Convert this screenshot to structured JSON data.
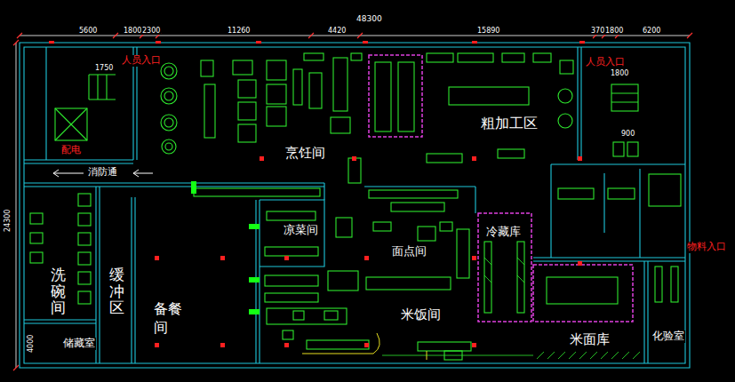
{
  "diagram": {
    "nodes": [
      {
        "text": [
          "烹饪间"
        ]
      },
      {
        "text": [
          "粗加工区"
        ]
      },
      {
        "text": [
          "洗碗间"
        ]
      },
      {
        "text": [
          "缓冲区"
        ]
      },
      {
        "text": [
          "凉菜间"
        ]
      },
      {
        "text": [
          "冷藏库"
        ]
      },
      {
        "text": [
          "面点间"
        ]
      },
      {
        "text": [
          "备餐间"
        ]
      },
      {
        "text": [
          "米饭间"
        ]
      },
      {
        "text": [
          "米面库"
        ]
      },
      {
        "text": [
          "储藏室"
        ]
      },
      {
        "text": [
          "化验室"
        ]
      }
    ],
    "labels": [
      "48300",
      "5600",
      "1800",
      "2300",
      "11260",
      "4420",
      "15890",
      "370",
      "1800",
      "6200",
      "24300",
      "人员入口",
      "人员入口",
      "消防通",
      "配电",
      "物料入口",
      "1750",
      "1800",
      "900",
      "4000"
    ]
  }
}
